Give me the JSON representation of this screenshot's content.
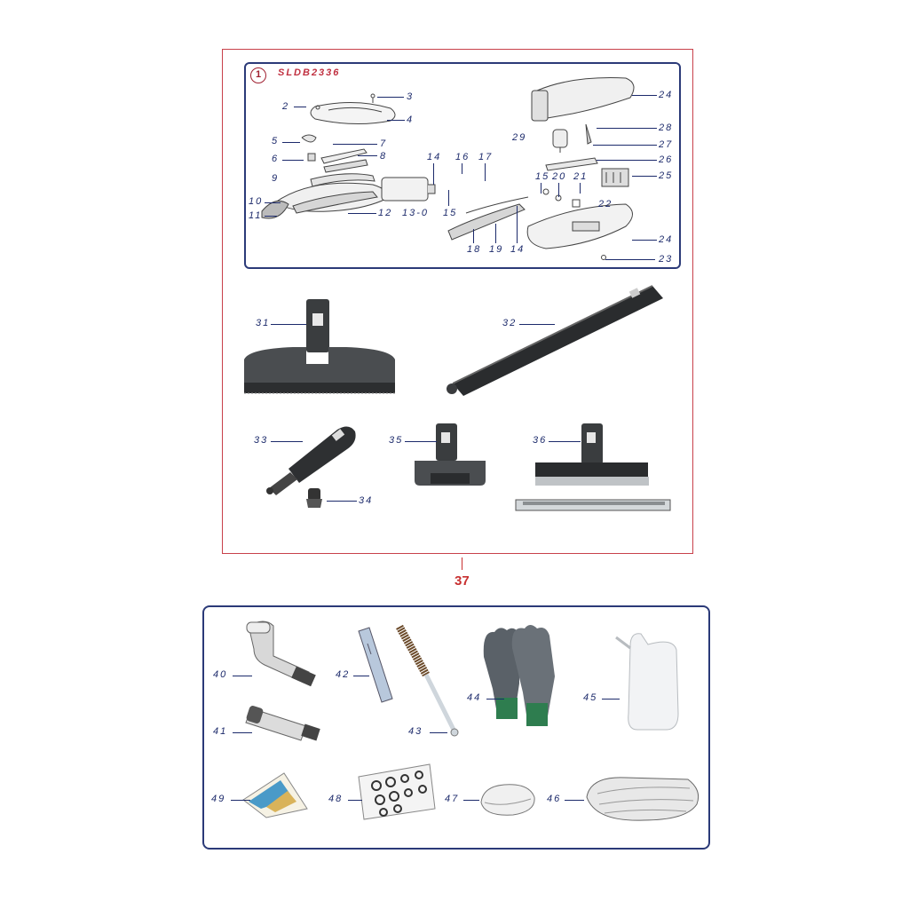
{
  "diagram": {
    "model_number": "1",
    "model_code": "SLDB2336",
    "assembly_ref": "37"
  },
  "callouts": {
    "c2": "2",
    "c3": "3",
    "c4": "4",
    "c5": "5",
    "c6": "6",
    "c7": "7",
    "c8": "8",
    "c9": "9",
    "c10": "10",
    "c11": "11",
    "c12": "12",
    "c13": "13-0",
    "c14a": "14",
    "c14b": "14",
    "c15a": "15",
    "c15b": "15",
    "c16": "16",
    "c17": "17",
    "c18": "18",
    "c19": "19",
    "c20": "20",
    "c21": "21",
    "c22": "22",
    "c23": "23",
    "c24a": "24",
    "c24b": "24",
    "c25": "25",
    "c26": "26",
    "c27": "27",
    "c28": "28",
    "c29": "29",
    "c31": "31",
    "c32": "32",
    "c33": "33",
    "c34": "34",
    "c35": "35",
    "c36": "36",
    "c40": "40",
    "c41": "41",
    "c42": "42",
    "c43": "43",
    "c44": "44",
    "c45": "45",
    "c46": "46",
    "c47": "47",
    "c48": "48",
    "c49": "49"
  },
  "colors": {
    "frame_red": "#c8404a",
    "frame_blue": "#2b3a78",
    "callout_text": "#1c2a6b",
    "accent_red": "#c83030"
  }
}
